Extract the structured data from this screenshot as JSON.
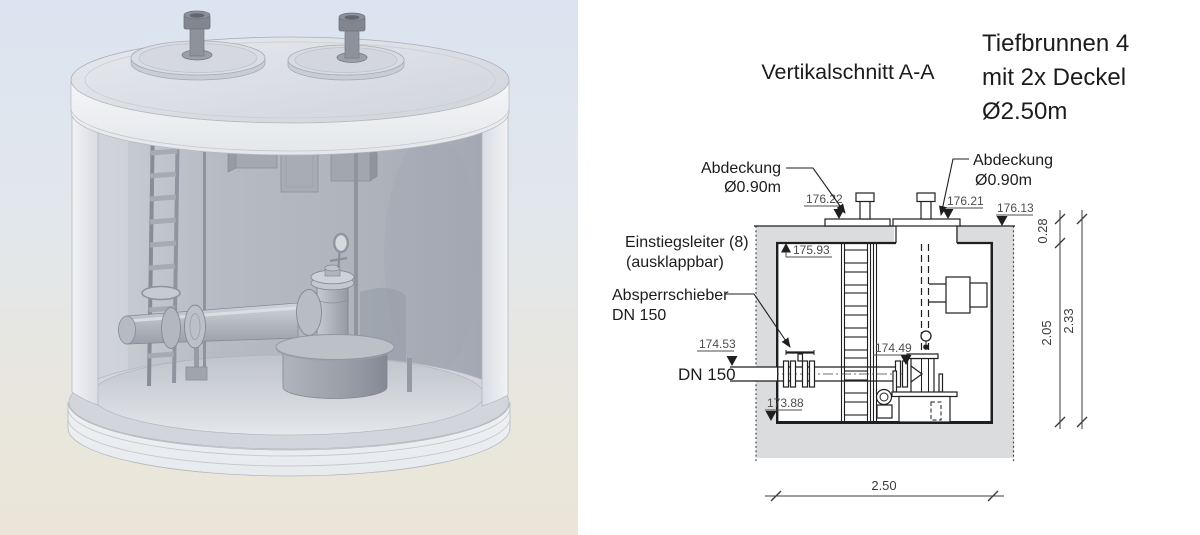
{
  "section": {
    "title": "Vertikalschnitt A-A",
    "heading": {
      "line1": "Tiefbrunnen 4",
      "line2": "mit 2x Deckel",
      "line3": "Ø2.50m"
    },
    "labels": {
      "cover_left_1": "Abdeckung",
      "cover_left_2": "Ø0.90m",
      "cover_right_1": "Abdeckung",
      "cover_right_2": "Ø0.90m",
      "ladder_1": "Einstiegsleiter (8)",
      "ladder_2": "(ausklappbar)",
      "valve_1": "Absperrschieber",
      "valve_2": "DN 150",
      "pipe": "DN 150"
    },
    "elevations": {
      "cover_left": "176.22",
      "cover_right": "176.21",
      "slab_top": "176.13",
      "ceiling": "175.93",
      "pipe_axis": "174.53",
      "check_valve": "174.49",
      "floor": "173.88"
    },
    "dimensions": {
      "slab_thickness": "0.28",
      "inner_height": "2.05",
      "total_height": "2.33",
      "inner_width": "2.50"
    }
  },
  "colors": {
    "line": "#1f1f1f",
    "concrete_fill": "#dbdcde",
    "elevation_text": "#4d4d4d",
    "render_bg_top": "#dbe4f0",
    "render_bg_bottom": "#eae5d8",
    "panel_bg": "#ffffff"
  }
}
